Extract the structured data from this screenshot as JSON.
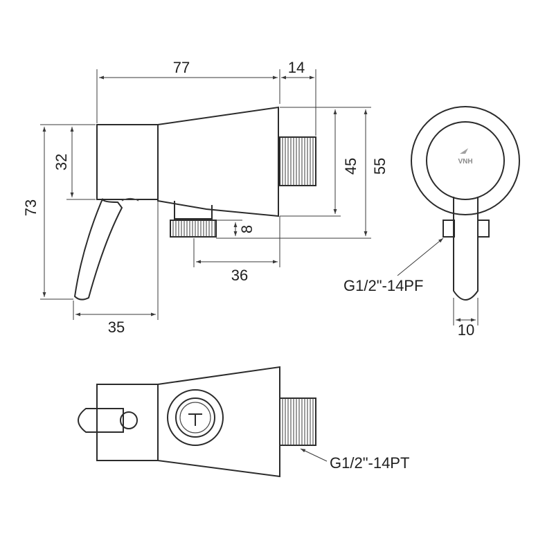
{
  "dimensions": {
    "d77": "77",
    "d14": "14",
    "d32": "32",
    "d73": "73",
    "d45": "45",
    "d55": "55",
    "d8": "8",
    "d36": "36",
    "d35": "35",
    "d10": "10"
  },
  "thread_labels": {
    "female": "G1/2\"-14PF",
    "male": "G1/2\"-14PT"
  },
  "logo_text": "VNH",
  "colors": {
    "line": "#2b2b2b",
    "background": "#ffffff"
  }
}
